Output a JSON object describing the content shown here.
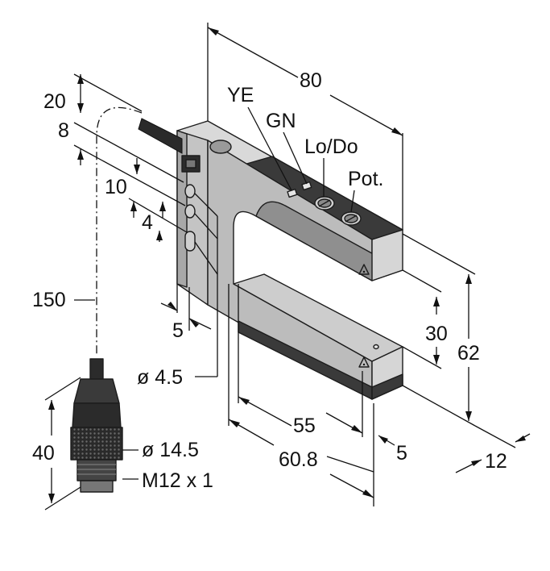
{
  "callouts": {
    "ye": "YE",
    "gn": "GN",
    "lo_do": "Lo/Do",
    "pot": "Pot."
  },
  "dimensions": {
    "d80": "80",
    "d20": "20",
    "d8": "8",
    "d10": "10",
    "d4": "4",
    "d150": "150",
    "d5_left": "5",
    "d4_5": "ø 4.5",
    "d30": "30",
    "d62": "62",
    "d55": "55",
    "d5_right": "5",
    "d60_8": "60.8",
    "d12": "12",
    "d40": "40",
    "d14_5": "ø 14.5",
    "m12": "M12 x 1"
  },
  "colors": {
    "body_light": "#cfcfcf",
    "body_mid": "#b5b5b5",
    "body_shade": "#9c9c9c",
    "dark_strip": "#3a3a3a",
    "connector": "#2b2b2b",
    "line": "#111111"
  },
  "icons": [
    "warning-triangle-icon",
    "potentiometer-icon",
    "led-indicator-icon"
  ]
}
